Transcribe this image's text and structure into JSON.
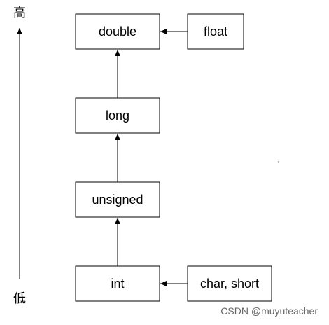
{
  "axis": {
    "high_label": "高",
    "low_label": "低"
  },
  "nodes": {
    "double": "double",
    "float": "float",
    "long": "long",
    "unsigned": "unsigned",
    "int": "int",
    "char_short": "char, short"
  },
  "watermark": "CSDN @muyuteacher"
}
